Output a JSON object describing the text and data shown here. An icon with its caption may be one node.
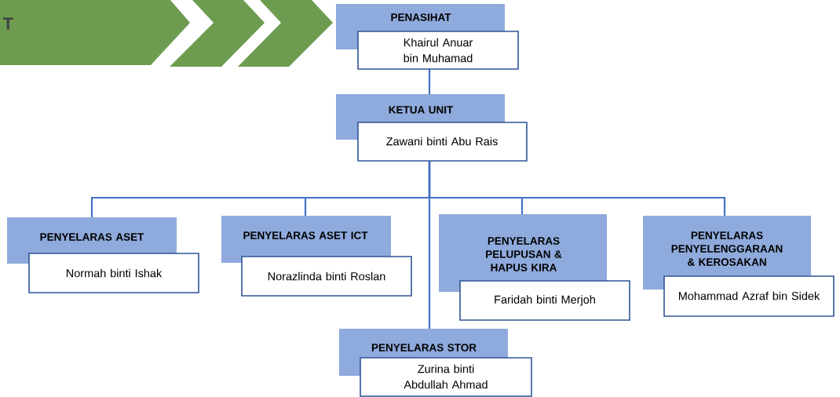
{
  "diagram": {
    "nodes": [
      {
        "text": [
          "PENASIHAT",
          "Khairul Anuar bin Muhamad"
        ]
      },
      {
        "text": [
          "KETUA UNIT",
          "Zawani binti Abu Rais"
        ]
      },
      {
        "text": [
          "PENYELARAS ASET",
          "Normah binti Ishak"
        ]
      },
      {
        "text": [
          "PENYELARAS ASET ICT",
          "Norazlinda binti Roslan"
        ]
      },
      {
        "text": [
          "PENYELARAS PELUPUSAN & HAPUS KIRA",
          "Faridah binti Merjoh"
        ]
      },
      {
        "text": [
          "PENYELARAS PENYELENGGARAAN & KEROSAKAN",
          "Mohammad Azraf bin Sidek"
        ]
      },
      {
        "text": [
          "PENYELARAS STOR",
          "Zurina binti Abdullah Ahmad"
        ]
      }
    ],
    "edges": [
      {
        "from": 0,
        "to": 1,
        "arrow": "none"
      },
      {
        "from": 1,
        "to": 2,
        "arrow": "none"
      },
      {
        "from": 1,
        "to": 3,
        "arrow": "none"
      },
      {
        "from": 1,
        "to": 4,
        "arrow": "none"
      },
      {
        "from": 1,
        "to": 5,
        "arrow": "none"
      },
      {
        "from": 1,
        "to": 6,
        "arrow": "none"
      }
    ],
    "labels": [
      "T"
    ]
  }
}
